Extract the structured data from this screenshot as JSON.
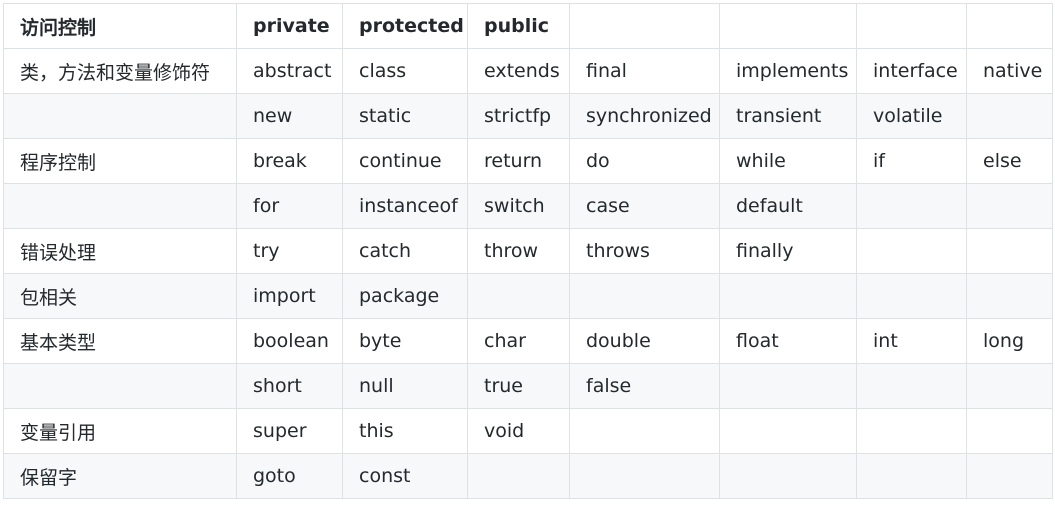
{
  "table": {
    "headers": [
      "访问控制",
      "private",
      "protected",
      "public",
      "",
      "",
      "",
      ""
    ],
    "rows": [
      [
        "类，方法和变量修饰符",
        "abstract",
        "class",
        "extends",
        "final",
        "implements",
        "interface",
        "native"
      ],
      [
        "",
        "new",
        "static",
        "strictfp",
        "synchronized",
        "transient",
        "volatile",
        ""
      ],
      [
        "程序控制",
        "break",
        "continue",
        "return",
        "do",
        "while",
        "if",
        "else"
      ],
      [
        "",
        "for",
        "instanceof",
        "switch",
        "case",
        "default",
        "",
        ""
      ],
      [
        "错误处理",
        "try",
        "catch",
        "throw",
        "throws",
        "finally",
        "",
        ""
      ],
      [
        "包相关",
        "import",
        "package",
        "",
        "",
        "",
        "",
        ""
      ],
      [
        "基本类型",
        "boolean",
        "byte",
        "char",
        "double",
        "float",
        "int",
        "long"
      ],
      [
        "",
        "short",
        "null",
        "true",
        "false",
        "",
        "",
        ""
      ],
      [
        "变量引用",
        "super",
        "this",
        "void",
        "",
        "",
        "",
        ""
      ],
      [
        "保留字",
        "goto",
        "const",
        "",
        "",
        "",
        "",
        ""
      ]
    ]
  }
}
